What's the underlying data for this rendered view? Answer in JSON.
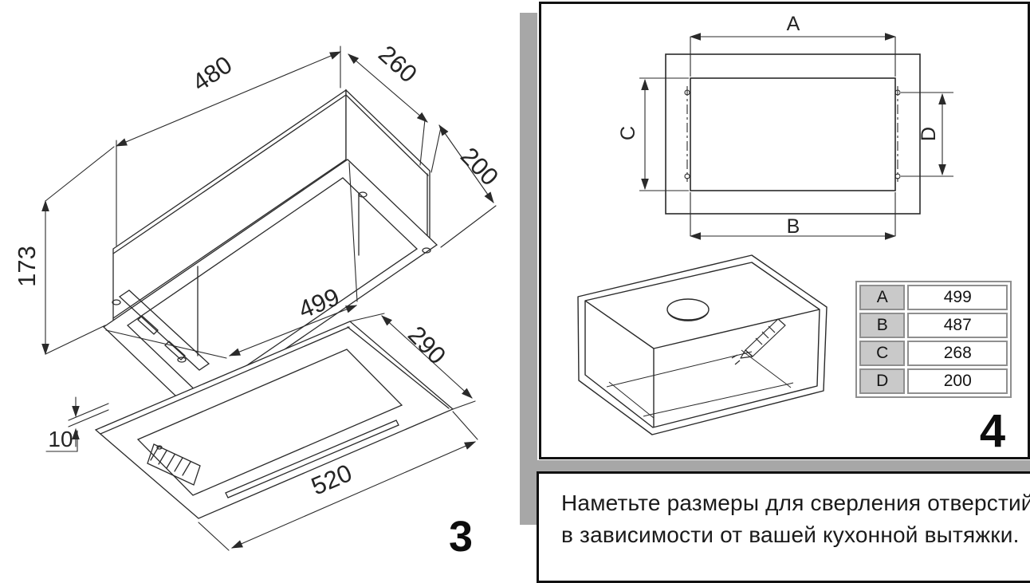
{
  "left_panel": {
    "step_number": "3",
    "dims": {
      "body_width": "480",
      "body_depth": "260",
      "height_right": "200",
      "height_left": "173",
      "flange_width": "499",
      "panel_depth": "290",
      "panel_thickness": "10",
      "panel_width": "520"
    }
  },
  "right_panel": {
    "step_number": "4",
    "cutout_labels": {
      "a": "A",
      "b": "B",
      "c": "C",
      "d": "D"
    },
    "table": {
      "rows": [
        {
          "label": "A",
          "value": "499"
        },
        {
          "label": "B",
          "value": "487"
        },
        {
          "label": "C",
          "value": "268"
        },
        {
          "label": "D",
          "value": "200"
        }
      ]
    }
  },
  "instruction": {
    "line1": "Наметьте размеры для сверления отверстий",
    "line2": "в зависимости от вашей кухонной вытяжки."
  },
  "colors": {
    "line": "#2a2a2a",
    "panel_border": "#111111",
    "divider_gray": "#a7a7a7",
    "table_border": "#8f8f8f",
    "table_header_bg": "#c9c9c9"
  }
}
